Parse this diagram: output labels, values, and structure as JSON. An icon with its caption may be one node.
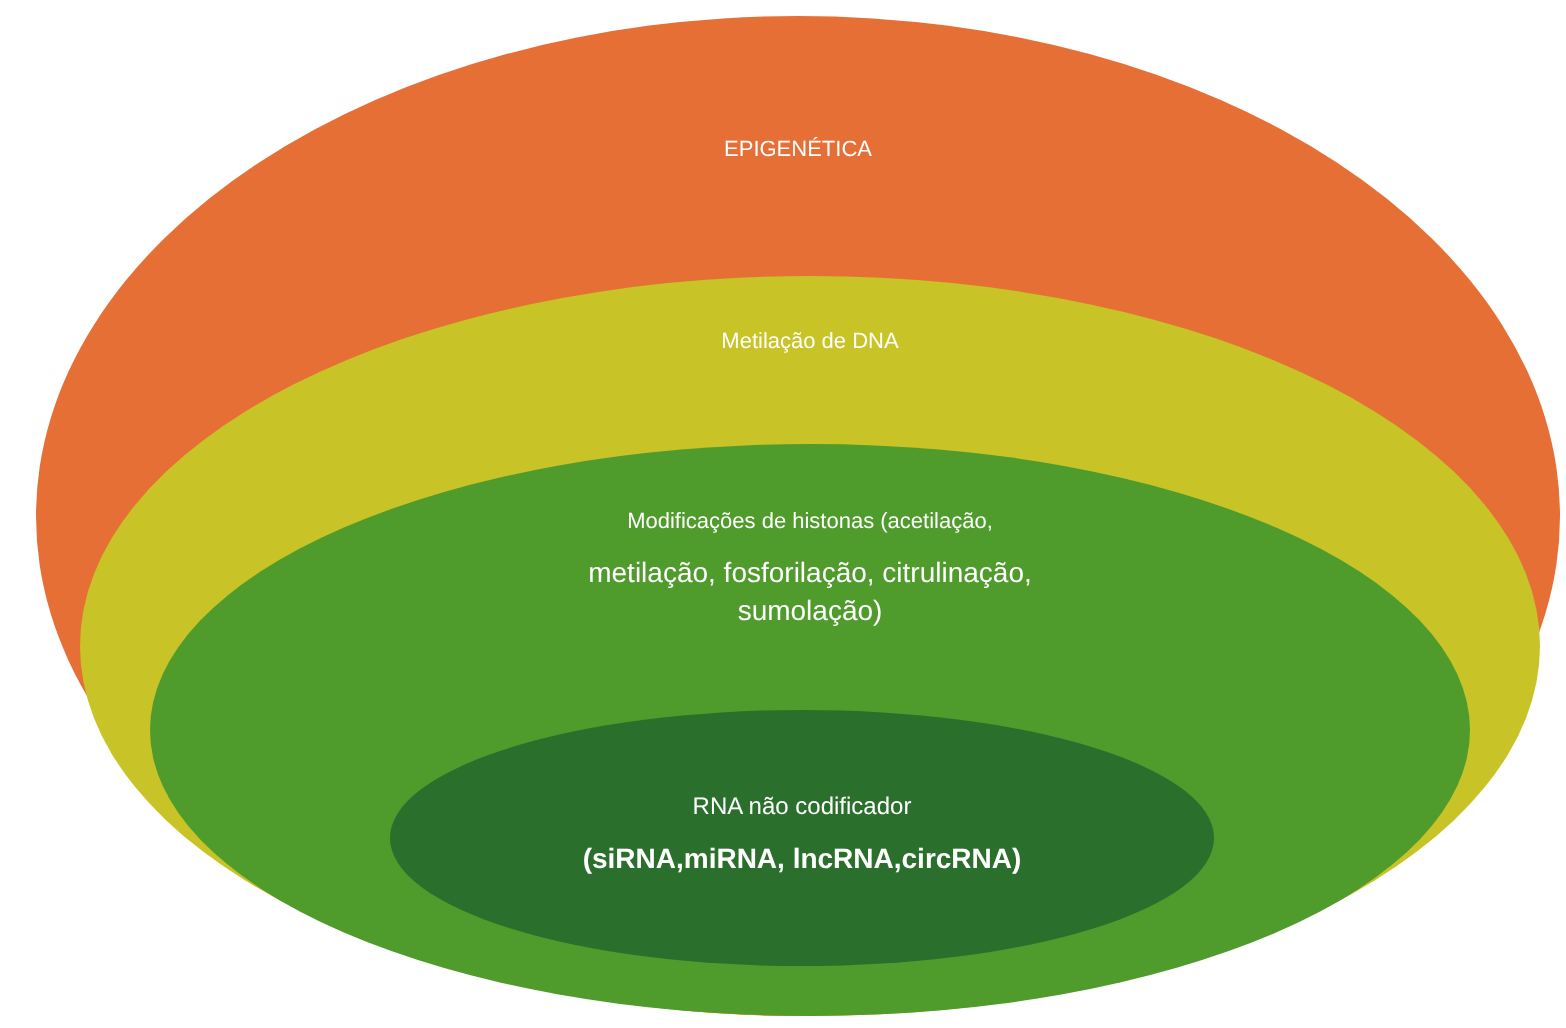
{
  "diagram": {
    "nodes": [
      {
        "text": [
          "EPIGENÉTICA"
        ]
      },
      {
        "text": [
          "Metilação de DNA"
        ],
        "in": 0
      },
      {
        "text": [
          "Modificações de histonas (acetilação,",
          "metilação, fosforilação, citrulinação, sumolação)"
        ],
        "in": 1
      },
      {
        "text": [
          "RNA não codificador",
          "(siRNA,miRNA, lncRNA,circRNA)"
        ],
        "in": 2
      }
    ]
  }
}
